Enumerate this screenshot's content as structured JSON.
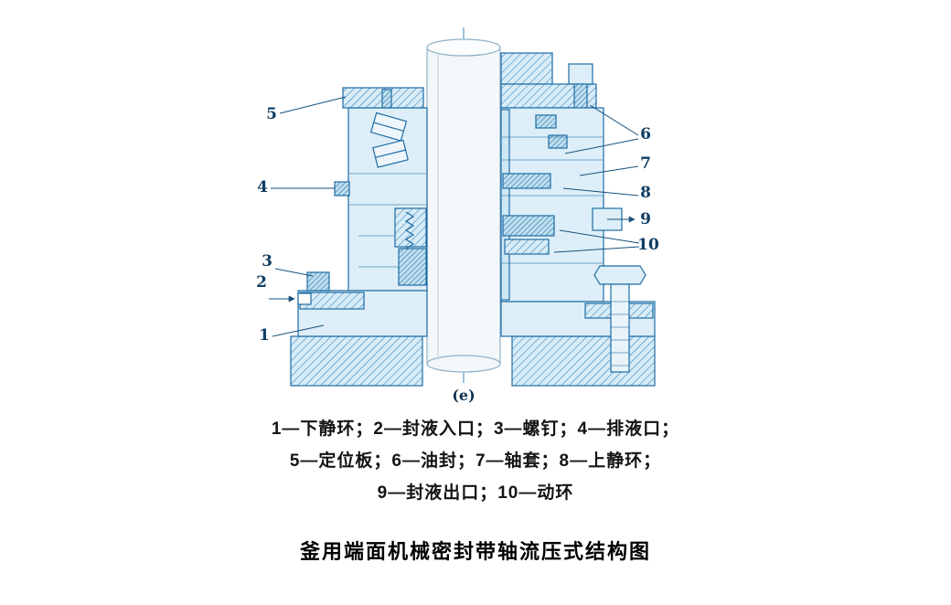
{
  "figure": {
    "sublabel": "(e)",
    "callouts": [
      "5",
      "4",
      "3",
      "2",
      "1",
      "6",
      "7",
      "8",
      "9",
      "10"
    ],
    "legend": {
      "line1": "1—下静环；2—封液入口；3—螺钉；4—排液口；",
      "line2": "5—定位板；6—油封；7—轴套；8—上静环；",
      "line3": "9—封液出口；10—动环"
    },
    "parts": [
      {
        "num": "1",
        "name": "下静环"
      },
      {
        "num": "2",
        "name": "封液入口"
      },
      {
        "num": "3",
        "name": "螺钉"
      },
      {
        "num": "4",
        "name": "排液口"
      },
      {
        "num": "5",
        "name": "定位板"
      },
      {
        "num": "6",
        "name": "油封"
      },
      {
        "num": "7",
        "name": "轴套"
      },
      {
        "num": "8",
        "name": "上静环"
      },
      {
        "num": "9",
        "name": "封液出口"
      },
      {
        "num": "10",
        "name": "动环"
      }
    ],
    "caption": "釜用端面机械密封带轴流压式结构图",
    "colors": {
      "outline": "#1e6ca3",
      "leader": "#16517c",
      "fill_light": "#ddeef8",
      "hatch_bg": "#d7ecf7",
      "hatch_line": "#2f7fb8",
      "shaft_fill": "#f3f7fa",
      "callout_text": "#0e3c63"
    }
  }
}
